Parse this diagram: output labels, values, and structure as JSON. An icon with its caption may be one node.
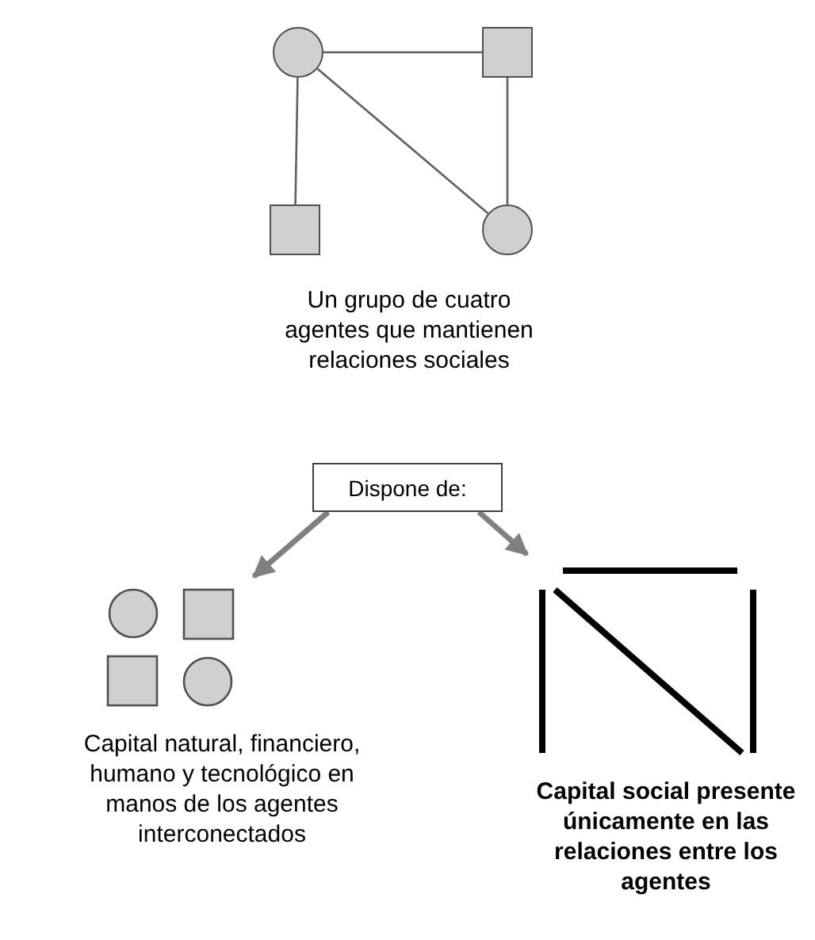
{
  "diagram": {
    "nodes": [
      {
        "text": [],
        "shape": "circle"
      },
      {
        "text": [],
        "shape": "box"
      },
      {
        "text": [],
        "shape": "box"
      },
      {
        "text": [],
        "shape": "circle"
      },
      {
        "text": [
          "Dispone de:"
        ]
      },
      {
        "text": [],
        "shape": "picture",
        "beside": [
          "Capital natural, financiero, humano y tecnológico en manos de los agentes interconectados"
        ]
      },
      {
        "text": [],
        "shape": "picture",
        "beside": [
          "Capital social presente únicamente en las relaciones entre los agentes"
        ]
      }
    ],
    "edges": [
      {
        "from": 0,
        "to": 1,
        "arrow": "none"
      },
      {
        "from": 0,
        "to": 2,
        "arrow": "none"
      },
      {
        "from": 0,
        "to": 3,
        "arrow": "none"
      },
      {
        "from": 1,
        "to": 3,
        "arrow": "none"
      },
      {
        "from": 4,
        "to": 5,
        "arrow": "to",
        "color": "#808080",
        "style": "thick"
      },
      {
        "from": 4,
        "to": 6,
        "arrow": "to",
        "color": "#808080",
        "style": "thick"
      }
    ],
    "labels": [
      "Un grupo de cuatro agentes que mantienen relaciones sociales"
    ]
  }
}
